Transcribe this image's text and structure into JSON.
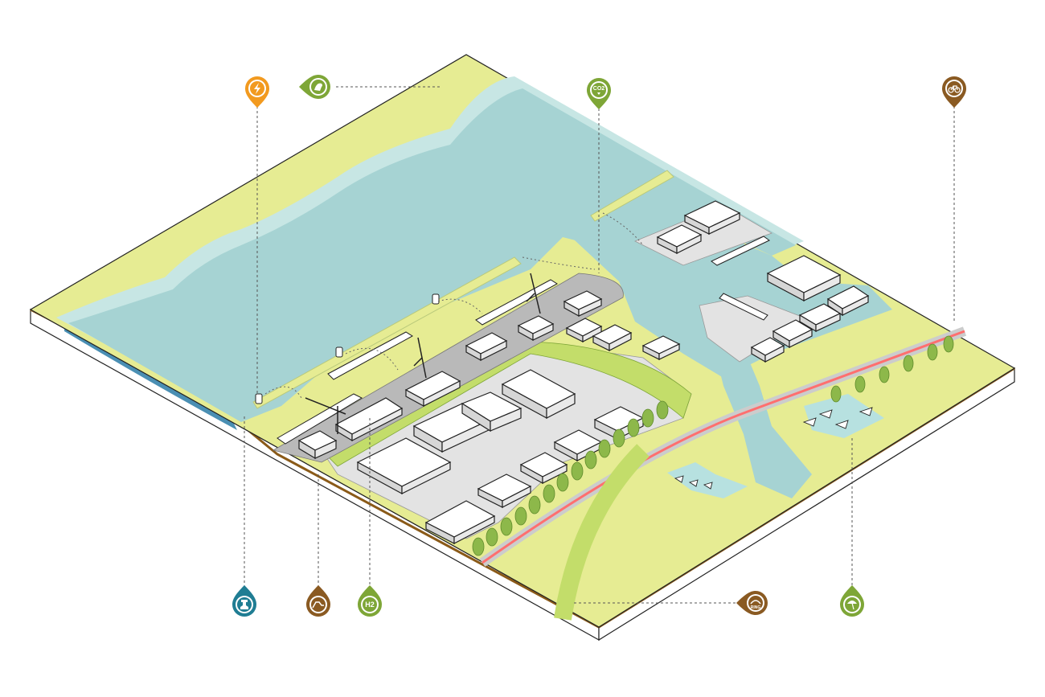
{
  "colors": {
    "water": "#a6d3d3",
    "water_edge": "#c7e6e4",
    "land": "#e6ec93",
    "land_light": "#eef2b3",
    "green_strip": "#c3dd6a",
    "industrial": "#e3e3e3",
    "quay": "#b9b9b9",
    "cycle_path": "#ff6f6f",
    "soil": "#8a5a18",
    "pin_orange": "#f29a1f",
    "pin_green": "#7ea637",
    "pin_brown": "#8a5a22",
    "pin_teal": "#1f7d93"
  },
  "pins": {
    "top": [
      {
        "icon": "lightning-icon",
        "color": "#f29a1f"
      },
      {
        "icon": "bird-icon",
        "color": "#7ea637"
      },
      {
        "icon": "co2-capture-icon",
        "color": "#7ea637",
        "label": "CO2"
      },
      {
        "icon": "bicycle-icon",
        "color": "#8a5a22"
      }
    ],
    "bottom": [
      {
        "icon": "water-pump-icon",
        "color": "#1f7d93"
      },
      {
        "icon": "dike-profile-icon",
        "color": "#8a5a22"
      },
      {
        "icon": "hydrogen-icon",
        "color": "#7ea637",
        "label": "H2"
      },
      {
        "icon": "ring-dike-icon",
        "color": "#8a5a22",
        "label": "RING"
      },
      {
        "icon": "beach-umbrella-icon",
        "color": "#7ea637"
      }
    ]
  }
}
